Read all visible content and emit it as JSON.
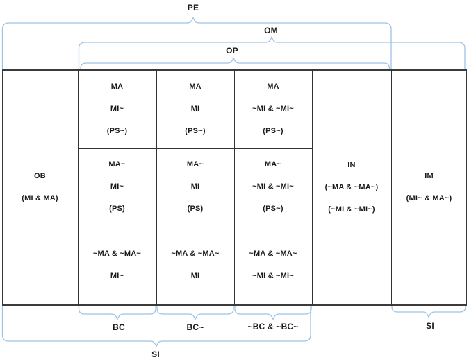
{
  "colors": {
    "brace_blue": "#9DC3E6",
    "table_border": "#3b3b3b",
    "text": "#1a1a1a"
  },
  "braces": {
    "pe": {
      "label": "PE"
    },
    "om": {
      "label": "OM"
    },
    "op": {
      "label": "OP"
    },
    "bc": {
      "label": "BC"
    },
    "bc_tilde": {
      "label": "BC~"
    },
    "not_bc": {
      "label": "~BC & ~BC~"
    },
    "si_right": {
      "label": "SI"
    },
    "si_bottom": {
      "label": "SI"
    }
  },
  "cells": {
    "ob": {
      "lines": [
        "OB",
        "(MI & MA)"
      ]
    },
    "r1c1": {
      "lines": [
        "MA",
        "MI~",
        "(PS~)"
      ]
    },
    "r1c2": {
      "lines": [
        "MA",
        "MI",
        "(PS~)"
      ]
    },
    "r1c3": {
      "lines": [
        "MA",
        "~MI & ~MI~",
        "(PS~)"
      ]
    },
    "r2c1": {
      "lines": [
        "MA~",
        "MI~",
        "(PS)"
      ]
    },
    "r2c2": {
      "lines": [
        "MA~",
        "MI",
        "(PS)"
      ]
    },
    "r2c3": {
      "lines": [
        "MA~",
        "~MI & ~MI~",
        "(PS~)"
      ]
    },
    "r3c1": {
      "lines": [
        "~MA & ~MA~",
        "MI~"
      ]
    },
    "r3c2": {
      "lines": [
        "~MA & ~MA~",
        "MI"
      ]
    },
    "r3c3": {
      "lines": [
        "~MA & ~MA~",
        "~MI & ~MI~"
      ]
    },
    "in": {
      "lines": [
        "IN",
        "(~MA & ~MA~)",
        "(~MI & ~MI~)"
      ]
    },
    "im": {
      "lines": [
        "IM",
        "(MI~ & MA~)"
      ]
    }
  }
}
